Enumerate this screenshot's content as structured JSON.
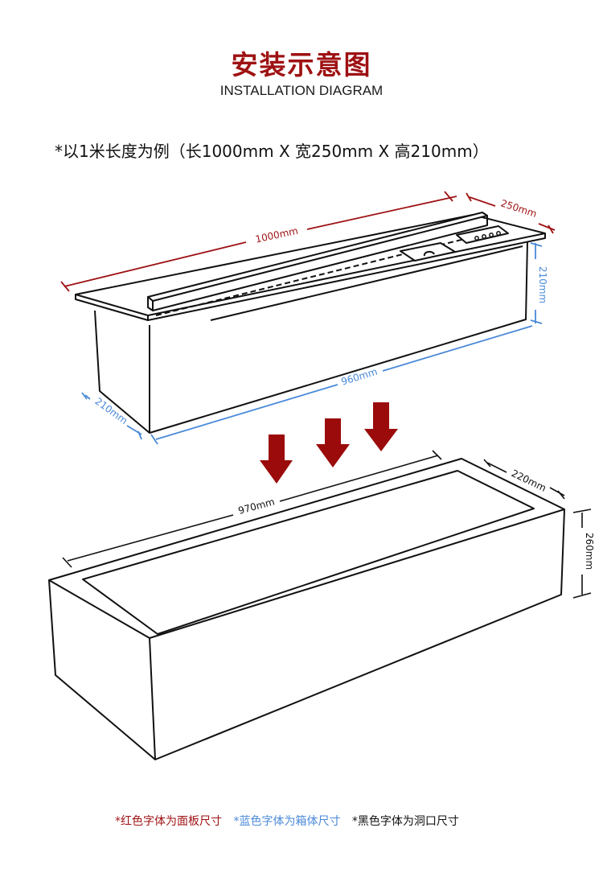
{
  "header": {
    "title_cn": "安装示意图",
    "title_en": "INSTALLATION DIAGRAM"
  },
  "subtitle": "*以1米长度为例（长1000mm X 宽250mm X 高210mm）",
  "colors": {
    "panel_red": "#9e1113",
    "box_blue": "#4a8ad8",
    "opening_black": "#111111",
    "arrow_red": "#9b0b0b"
  },
  "top_unit": {
    "panel_length_label": "1000mm",
    "panel_width_label": "250mm",
    "box_height_label": "210mm",
    "box_length_label": "960mm",
    "box_depth_label": "210mm"
  },
  "arrows": {
    "count": 3,
    "direction": "down"
  },
  "bottom_unit": {
    "opening_length_label": "970mm",
    "opening_width_label": "220mm",
    "opening_depth_label": "260mm"
  },
  "legend": [
    {
      "text": "*红色字体为面板尺寸",
      "color": "#9e1113"
    },
    {
      "text": "*蓝色字体为箱体尺寸",
      "color": "#4a8ad8"
    },
    {
      "text": "*黑色字体为洞口尺寸",
      "color": "#111111"
    }
  ]
}
